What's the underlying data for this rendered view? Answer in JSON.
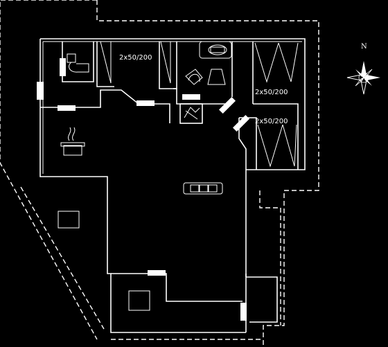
{
  "plan": {
    "bed_labels": [
      "2x50/200",
      "2x50/200",
      "2x50/200"
    ],
    "compass_label": "N"
  },
  "colors": {
    "background": "#000000",
    "lines": "#ffffff"
  },
  "icons": [
    "toilet-icon",
    "bathtub-icon",
    "sink-icon",
    "shower-icon",
    "stove-icon",
    "sofa-icon",
    "compass-rose-icon"
  ]
}
